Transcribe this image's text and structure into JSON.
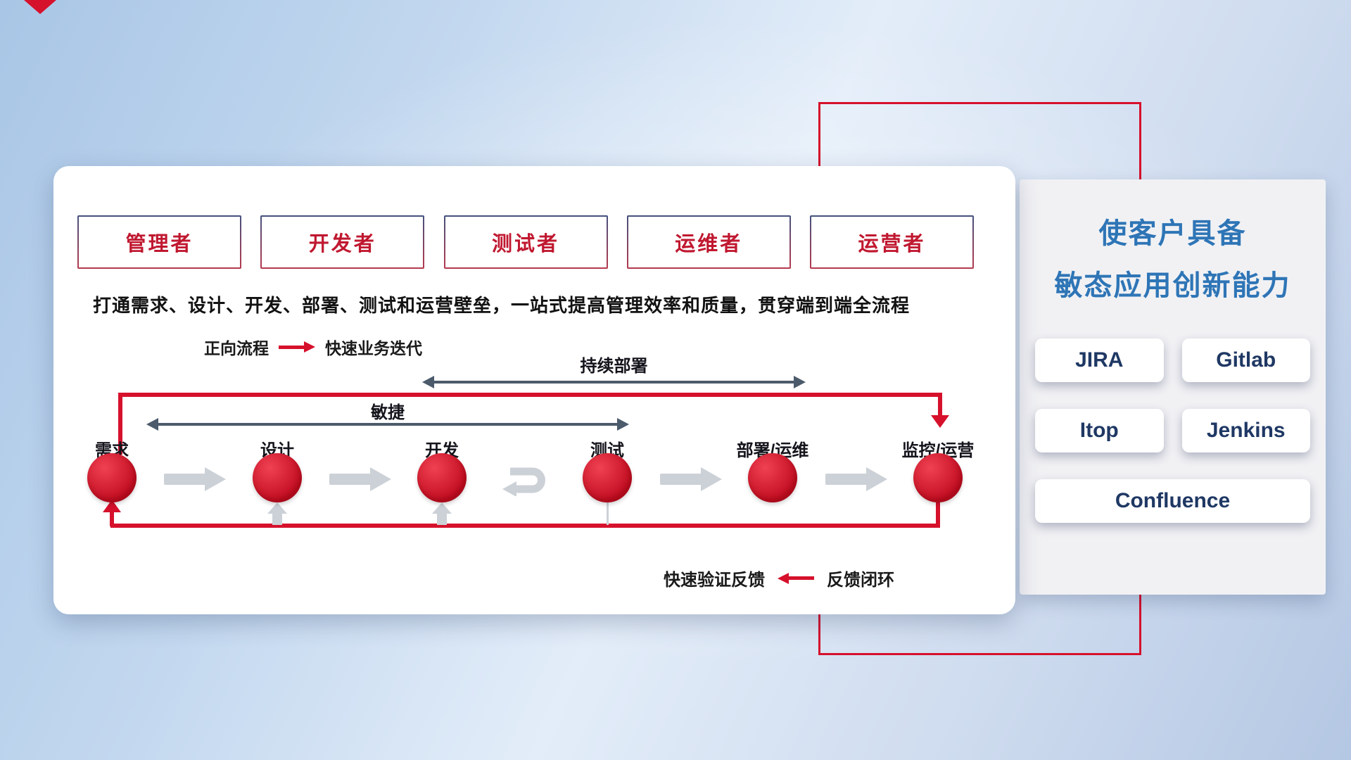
{
  "roles": [
    "管理者",
    "开发者",
    "测试者",
    "运维者",
    "运营者"
  ],
  "subtitle": "打通需求、设计、开发、部署、测试和运营壁垒，一站式提高管理效率和质量，贯穿端到端全流程",
  "legend_forward": {
    "label": "正向流程",
    "description": "快速业务迭代"
  },
  "legend_feedback": {
    "description": "快速验证反馈",
    "label": "反馈闭环"
  },
  "flow": {
    "continuous_deploy_label": "持续部署",
    "agile_label": "敏捷",
    "stages": [
      "需求",
      "设计",
      "开发",
      "测试",
      "部署/运维",
      "监控/运营"
    ]
  },
  "right_panel": {
    "title_line1": "使客户具备",
    "title_line2": "敏态应用创新能力",
    "tools": [
      "JIRA",
      "Gitlab",
      "Itop",
      "Jenkins",
      "Confluence"
    ]
  },
  "icons": {
    "forward_legend": "right-arrow",
    "feedback_legend": "left-arrow",
    "dev_test_cycle": "u-turn-arrow",
    "stage_connector": "right-arrow",
    "agile_span": "double-headed-arrow",
    "deploy_span": "double-headed-arrow"
  },
  "colors": {
    "accent_red": "#d6112c",
    "dark_arrow": "#4c5b6b",
    "gray_arrow": "#ccd1d7",
    "title_blue": "#2e75b6",
    "tool_text_navy": "#1f3864",
    "role_text_red": "#c01830"
  }
}
